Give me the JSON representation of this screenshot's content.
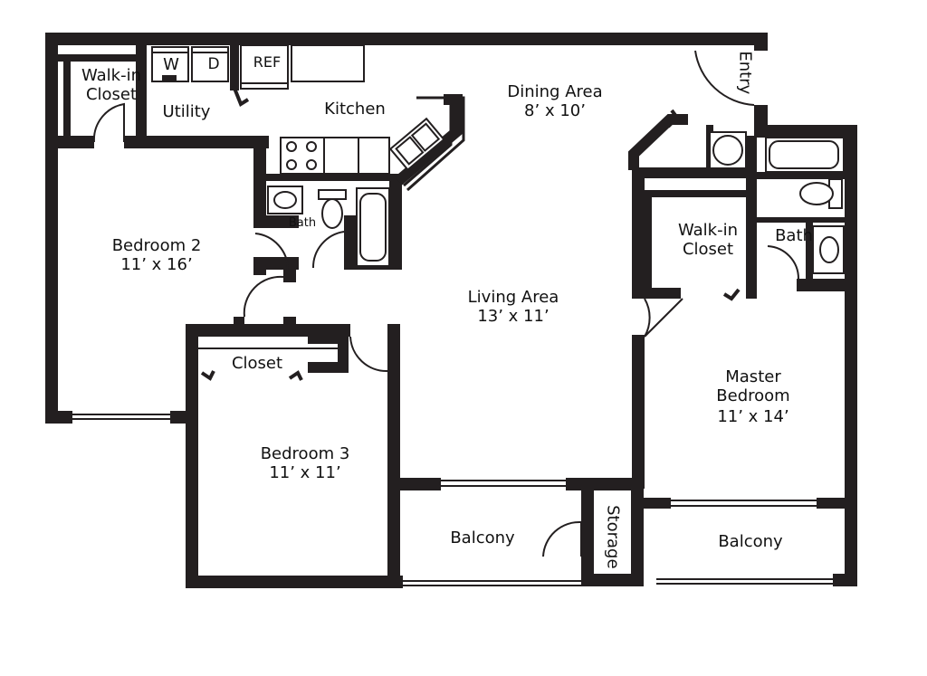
{
  "rooms": {
    "walkin_closet_left": {
      "line1": "Walk-in",
      "line2": "Closet"
    },
    "utility": "Utility",
    "washer": "W",
    "dryer": "D",
    "refrigerator": "REF",
    "kitchen": "Kitchen",
    "dining": {
      "name": "Dining Area",
      "size": "8’ x 10’"
    },
    "entry": "Entry",
    "bedroom2": {
      "name": "Bedroom 2",
      "size": "11’ x 16’"
    },
    "bath_small": "Bath",
    "living": {
      "name": "Living Area",
      "size": "13’ x 11’"
    },
    "walkin_closet_master": {
      "line1": "Walk-in",
      "line2": "Closet"
    },
    "bath_master": "Bath",
    "closet": "Closet",
    "bedroom3": {
      "name": "Bedroom 3",
      "size": "11’ x 11’"
    },
    "master": {
      "line1": "Master",
      "line2": "Bedroom",
      "size": "11’ x 14’"
    },
    "balcony_left": "Balcony",
    "storage": "Storage",
    "balcony_right": "Balcony"
  },
  "colors": {
    "wall": "#231f20",
    "background": "#ffffff"
  }
}
